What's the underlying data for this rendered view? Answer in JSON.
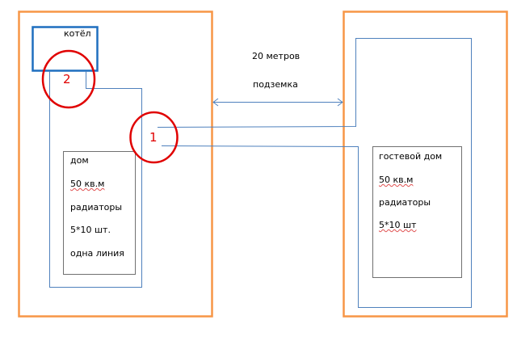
{
  "colors": {
    "property": "#f79646",
    "pipe": "#4f81bd",
    "boiler": "#1f6fbf",
    "marker": "#e00000",
    "room": "#707070"
  },
  "boiler": {
    "label": "котёл"
  },
  "distance": {
    "length": "20 метров",
    "type": "подземка"
  },
  "main_house": {
    "lines": [
      "дом",
      "50 кв.м",
      "радиаторы",
      "5*10 шт.",
      "одна линия"
    ]
  },
  "guest_house": {
    "lines": [
      "гостевой дом",
      "50 кв.м",
      "радиаторы",
      "5*10 шт"
    ]
  },
  "markers": [
    {
      "label": "1"
    },
    {
      "label": "2"
    }
  ]
}
